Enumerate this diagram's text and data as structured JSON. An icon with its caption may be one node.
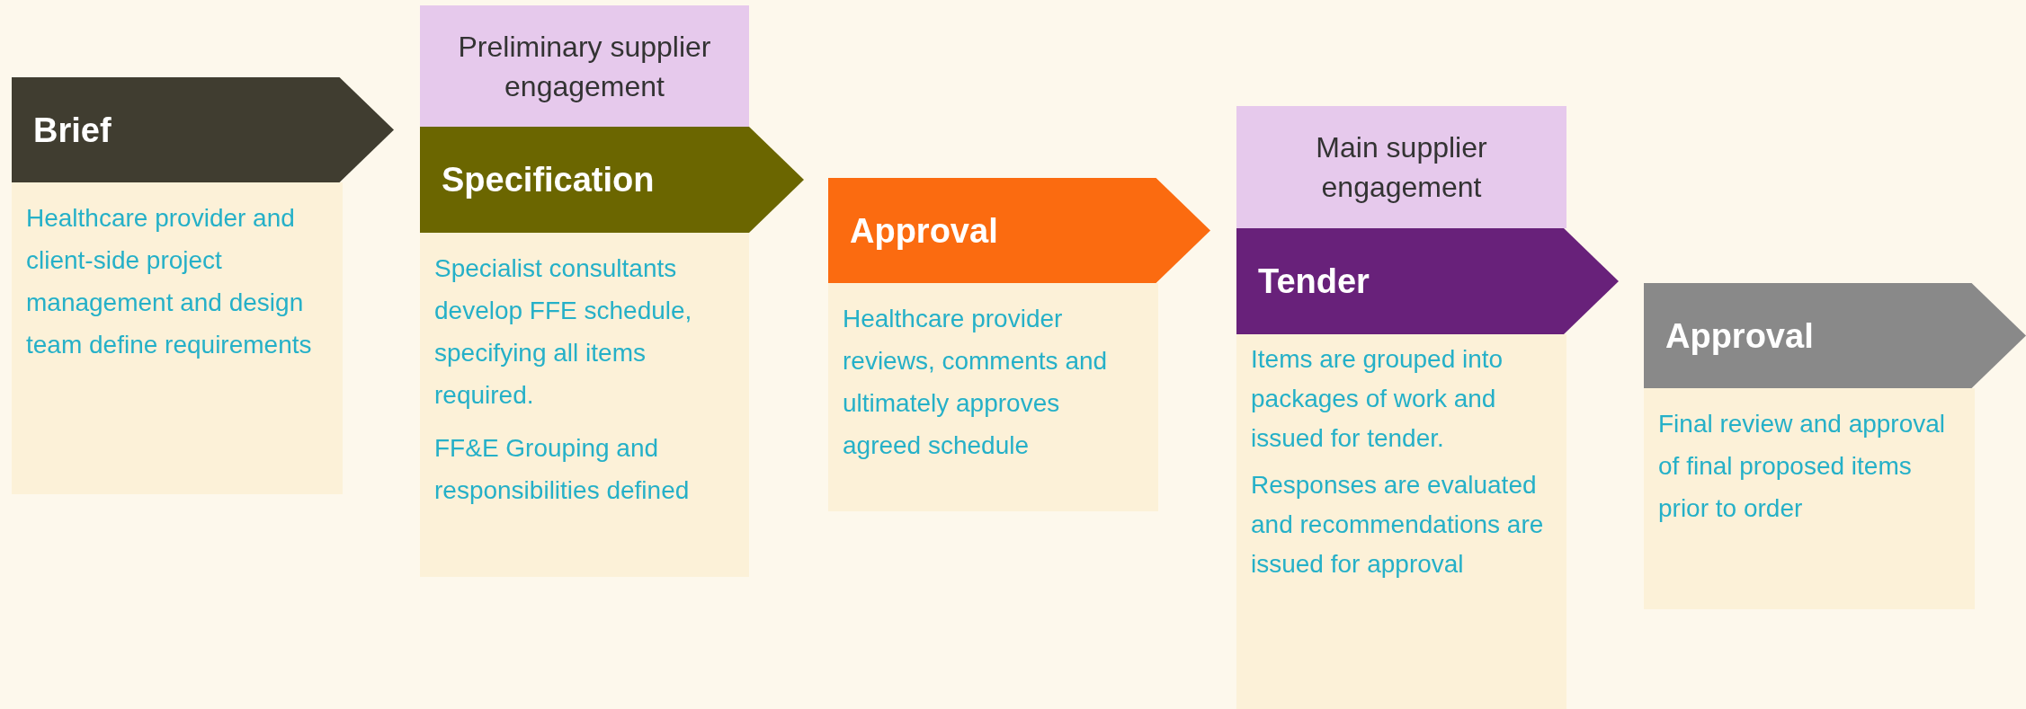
{
  "diagram": {
    "nodes": [
      {
        "text": [
          "Brief"
        ]
      },
      {
        "text": [
          "Healthcare provider and client-side project management and design team define requirements"
        ]
      },
      {
        "text": [
          "Preliminary supplier engagement"
        ]
      },
      {
        "text": [
          "Specification"
        ]
      },
      {
        "text": [
          "Specialist consultants develop FFE schedule, specifying all items required.",
          "FF&E Grouping and responsibilities defined"
        ]
      },
      {
        "text": [
          "Approval"
        ]
      },
      {
        "text": [
          "Healthcare provider reviews, comments and ultimately approves agreed schedule"
        ]
      },
      {
        "text": [
          "Main supplier engagement"
        ]
      },
      {
        "text": [
          "Tender"
        ]
      },
      {
        "text": [
          "Items are grouped into packages of work and issued for tender.",
          "Responses are evaluated and recommendations are issued for approval"
        ]
      },
      {
        "text": [
          "Approval"
        ]
      },
      {
        "text": [
          "Final review and approval of final proposed items prior to order"
        ]
      }
    ]
  }
}
